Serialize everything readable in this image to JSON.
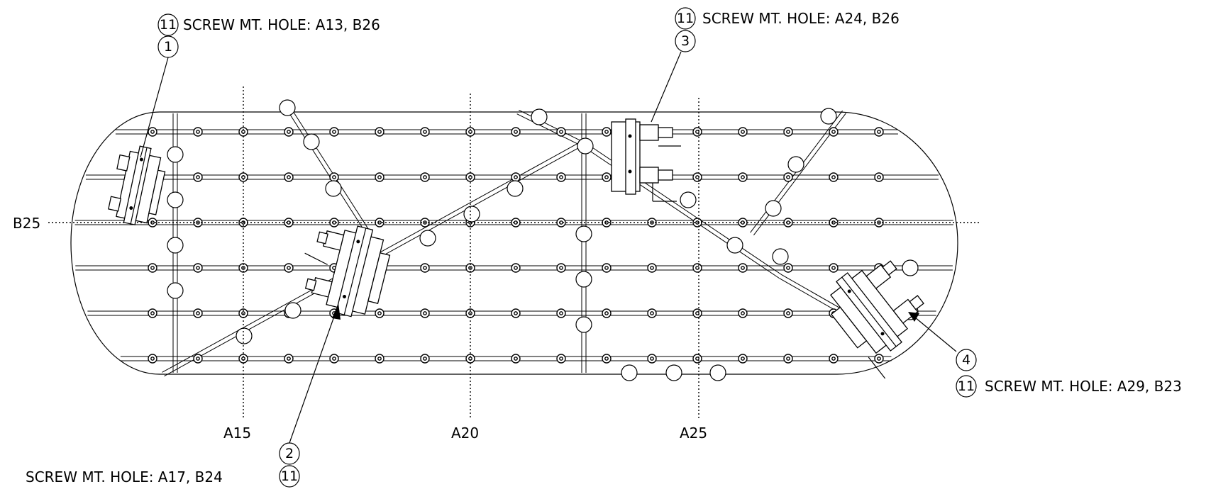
{
  "drawing": {
    "row_label": "B25",
    "column_labels": [
      "A15",
      "A20",
      "A25"
    ],
    "callouts": [
      {
        "item": "1",
        "qty_ref": "11",
        "note": "SCREW MT. HOLE: A13, B26"
      },
      {
        "item": "2",
        "qty_ref": "11",
        "note": "SCREW MT. HOLE: A17, B24"
      },
      {
        "item": "3",
        "qty_ref": "11",
        "note": "SCREW MT. HOLE: A24, B26"
      },
      {
        "item": "4",
        "qty_ref": "11",
        "note": "SCREW MT. HOLE: A29, B23"
      }
    ]
  },
  "colors": {
    "line": "#000000",
    "background": "#ffffff"
  }
}
